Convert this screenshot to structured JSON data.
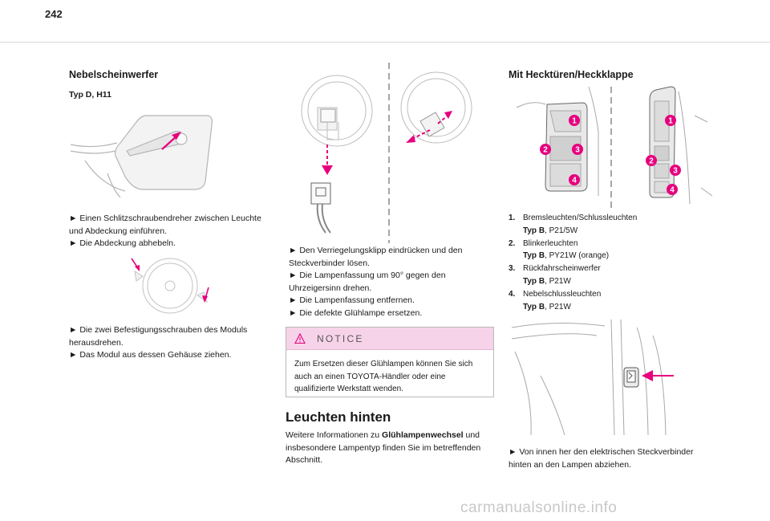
{
  "page": {
    "number": "242"
  },
  "left": {
    "heading": "Nebelscheinwerfer",
    "subheading": "Typ D, H11",
    "step1": [
      "Einen Schlitzschraubendreher zwischen Leuchte und Abdeckung einführen.",
      "Die Abdeckung abhebeln."
    ],
    "step2": [
      "Die zwei Befestigungsschrauben des Moduls herausdrehen.",
      "Das Modul aus dessen Gehäuse ziehen."
    ]
  },
  "middle": {
    "steps": [
      "Den Verriegelungsklipp eindrücken und den Steckverbinder lösen.",
      "Die Lampenfassung um 90° gegen den Uhrzeigersinn drehen.",
      "Die Lampenfassung entfernen.",
      "Die defekte Glühlampe ersetzen."
    ],
    "notice": {
      "title": "NOTICE",
      "text": "Zum Ersetzen dieser Glühlampen können Sie sich auch an einen TOYOTA-Händler oder eine qualifizierte Werkstatt wenden."
    },
    "rear_title": "Leuchten hinten",
    "rear_text_before": "Weitere Informationen zu ",
    "rear_text_bold": "Glühlampenwechsel",
    "rear_text_after": " und insbesondere Lampentyp finden Sie im betreffenden Abschnitt."
  },
  "right": {
    "heading": "Mit Hecktüren/Heckklappe",
    "callouts": [
      "1",
      "2",
      "3",
      "4"
    ],
    "legend": [
      {
        "num": "1.",
        "name": "Bremsleuchten/Schlussleuchten",
        "type_label": "Typ B",
        "type_value": ", P21/5W"
      },
      {
        "num": "2.",
        "name": "Blinkerleuchten",
        "type_label": "Typ B",
        "type_value": ", PY21W (orange)"
      },
      {
        "num": "3.",
        "name": "Rückfahrscheinwerfer",
        "type_label": "Typ B",
        "type_value": ", P21W"
      },
      {
        "num": "4.",
        "name": "Nebelschlussleuchten",
        "type_label": "Typ B",
        "type_value": ", P21W"
      }
    ],
    "step": "Von innen her den elektrischen Steckverbinder hinten an den Lampen abziehen."
  },
  "bullet_glyph": "►",
  "watermark": "carmanualsonline.info",
  "colors": {
    "accent": "#e6007e",
    "notice_bg": "#f7d3e9",
    "line": "#9a9a9a"
  }
}
